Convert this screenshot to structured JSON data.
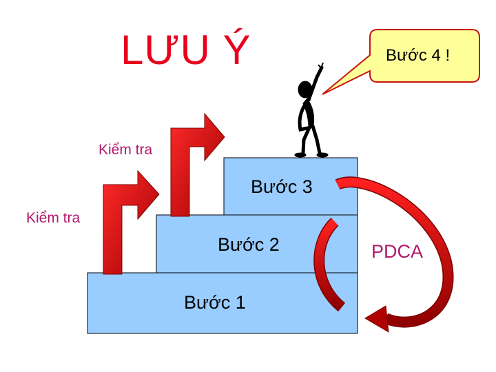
{
  "title": "LƯU Ý",
  "callout": {
    "text": "Bước 4 !"
  },
  "check_labels": [
    "Kiểm tra",
    "Kiểm tra"
  ],
  "steps": [
    "Bước 3",
    "Bước 2",
    "Bước 1"
  ],
  "cycle_label": "PDCA",
  "colors": {
    "title": "#e8001c",
    "label": "#b0196c",
    "step_fill": "#99ccff",
    "callout_fill": "#ffff99",
    "arrow_red": "#cc0000"
  }
}
